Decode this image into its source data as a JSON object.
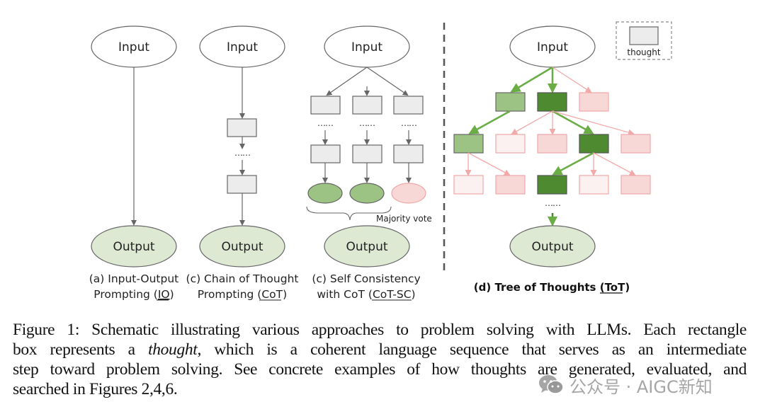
{
  "figure": {
    "panels": {
      "io": {
        "input_label": "Input",
        "output_label": "Output",
        "caption_line1": "(a) Input-Output",
        "caption_line2_prefix": "Prompting (",
        "caption_abbrev": "IO",
        "caption_line2_suffix": ")"
      },
      "cot": {
        "input_label": "Input",
        "output_label": "Output",
        "dots": "……",
        "caption_line1": "(c) Chain of Thought",
        "caption_line2_prefix": "Prompting (",
        "caption_abbrev": "CoT",
        "caption_line2_suffix": ")"
      },
      "cot_sc": {
        "input_label": "Input",
        "output_label": "Output",
        "dots": "……",
        "majority_vote_label": "Majority vote",
        "caption_line1": "(c) Self Consistency",
        "caption_line2_prefix": "with CoT (",
        "caption_abbrev": "CoT-SC",
        "caption_line2_suffix": ")"
      },
      "tot": {
        "input_label": "Input",
        "output_label": "Output",
        "dots": "……",
        "caption_prefix": "(d) Tree of Thoughts (",
        "caption_abbrev": "ToT",
        "caption_suffix": ")"
      }
    },
    "legend": {
      "label": "thought"
    },
    "colors": {
      "input_fill": "#ffffff",
      "output_fill": "#dde9d3",
      "thought_fill": "#ececec",
      "good_light": "#9dc384",
      "good_dark": "#4e8b30",
      "bad_fill": "#f8d7d7",
      "bad_faint": "#fbf1f1",
      "bad_stroke": "#f0a8a8",
      "green_arrow": "#6aad45",
      "pink_arrow": "#f2a9a9",
      "gray_stroke": "#666666"
    }
  },
  "caption": {
    "lines": [
      "Figure 1: Schematic illustrating various approaches to problem solving with LLMs. Each rectangle",
      "box represents a |thought|, which is a coherent language sequence that serves as an intermediate",
      "step toward problem solving. See concrete examples of how thoughts are generated, evaluated, and",
      "searched in Figures 2,4,6."
    ],
    "line1": "Figure 1: Schematic illustrating various approaches to problem solving with LLMs. Each rectangle",
    "line2_pre": "box represents a ",
    "line2_italic": "thought",
    "line2_post": ", which is a coherent language sequence that serves as an intermediate",
    "line3": "step toward problem solving. See concrete examples of how thoughts are generated, evaluated, and",
    "line4": "searched in Figures 2,4,6."
  },
  "watermark": {
    "text": "公众号 · AIGC新知"
  }
}
